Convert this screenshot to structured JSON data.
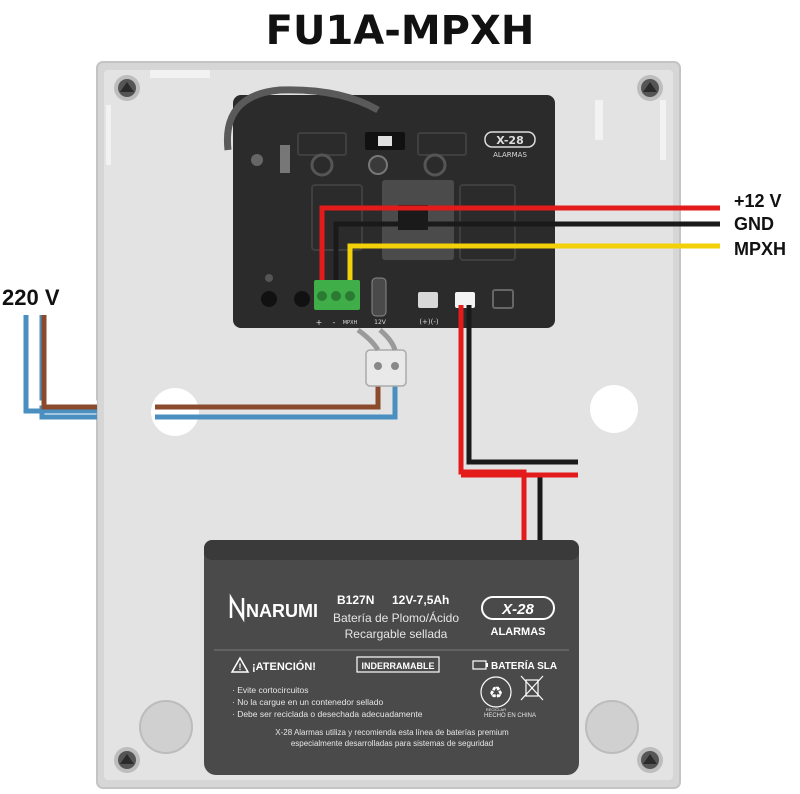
{
  "title": "FU1A-MPXH",
  "wire_labels": {
    "plus12": "+12 V",
    "gnd": "GND",
    "mpxh": "MPXH",
    "mains": "220 V"
  },
  "pcb": {
    "logo_main": "X-28",
    "logo_sub": "ALARMAS",
    "terminal_plus": "+",
    "terminal_minus": "-",
    "terminal_mpxh": "MPXH",
    "fuse_label": "12V",
    "connector_label": "(+)(-)"
  },
  "battery": {
    "brand": "NARUMI",
    "model": "B127N",
    "rating": "12V-7,5Ah",
    "type_line1": "Batería de Plomo/Ácido",
    "type_line2": "Recargable sellada",
    "logo_main": "X-28",
    "logo_sub": "ALARMAS",
    "warning_title": "¡ATENCIÓN!",
    "unspillable": "INDERRAMABLE",
    "battery_type": "BATERÍA SLA",
    "warnings": [
      "· Evite cortocircuitos",
      "· No la cargue en un contenedor sellado",
      "· Debe ser reciclada o desechada adecuadamente"
    ],
    "made_in": "HECHO EN CHINA",
    "recycle_text": "RECICLAR",
    "footer_line1": "X-28 Alarmas utiliza y recomienda esta línea de baterías premium",
    "footer_line2": "especialmente desarrolladas para sistemas de seguridad"
  },
  "colors": {
    "red_wire": "#e31b1b",
    "black_wire": "#1a1a1a",
    "yellow_wire": "#f2d10a",
    "brown_wire": "#8b4a2b",
    "blue_wire": "#4a8fc0",
    "enclosure": "#d5d5d5",
    "pcb": "#2b2b2b",
    "battery": "#4a4a4a",
    "terminal_block": "#3fae49"
  }
}
